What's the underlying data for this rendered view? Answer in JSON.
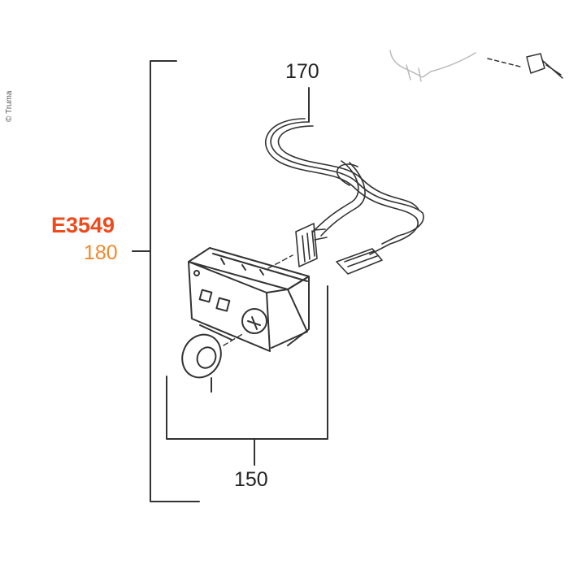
{
  "copyright": "© Truma",
  "part_code": "E3549",
  "labels": {
    "assembly": "180",
    "cable": "170",
    "control_panel": "150"
  },
  "colors": {
    "part_code": "#ee4a1c",
    "assembly_label": "#f0892e",
    "line": "#333333"
  }
}
